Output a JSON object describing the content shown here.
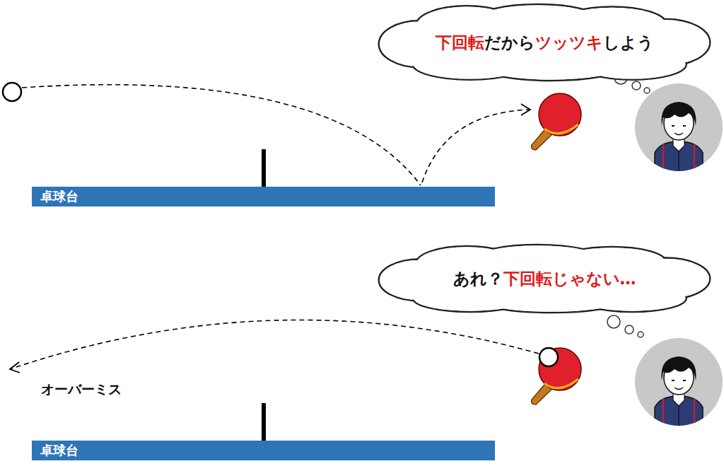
{
  "diagram": {
    "nodes": [
      {
        "text": [
          "下回転",
          "だから",
          "ツッツキ",
          "しよう"
        ]
      },
      {
        "text": [
          "卓球台"
        ]
      },
      {
        "text": [
          "あれ？",
          "下回転じゃない…"
        ]
      },
      {
        "text": [
          "卓球台"
        ]
      }
    ],
    "labels": [
      "オーバーミス"
    ]
  }
}
